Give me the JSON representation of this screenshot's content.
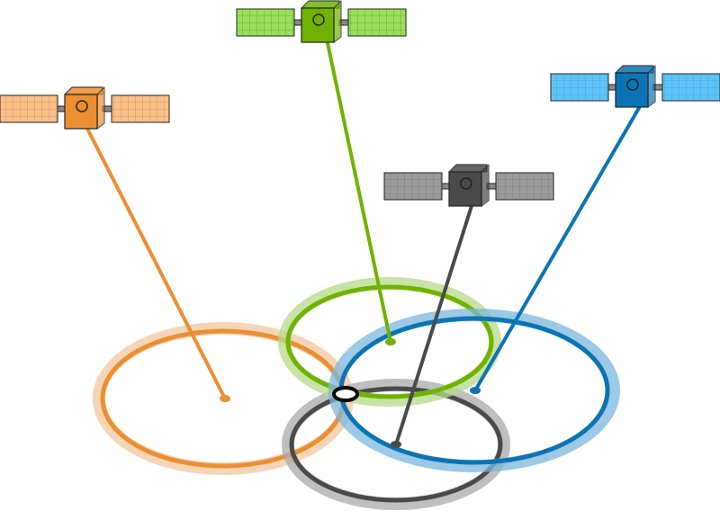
{
  "diagram": {
    "type": "gnss-trilateration",
    "satellites": [
      {
        "id": "orange",
        "color": "#ec8f32",
        "panel_color": "#f9c08a",
        "halo_color": "#f3c79f"
      },
      {
        "id": "green",
        "color": "#6fb300",
        "panel_color": "#99e05a",
        "halo_color": "#b4d987"
      },
      {
        "id": "gray",
        "color": "#4a4a4a",
        "panel_color": "#9b9b9b",
        "halo_color": "#a9a9a9"
      },
      {
        "id": "blue",
        "color": "#0a74b5",
        "panel_color": "#5ec4f6",
        "halo_color": "#7bb7dc"
      }
    ],
    "receiver_marker": {
      "fill": "#ffffff",
      "stroke": "#000000"
    }
  }
}
